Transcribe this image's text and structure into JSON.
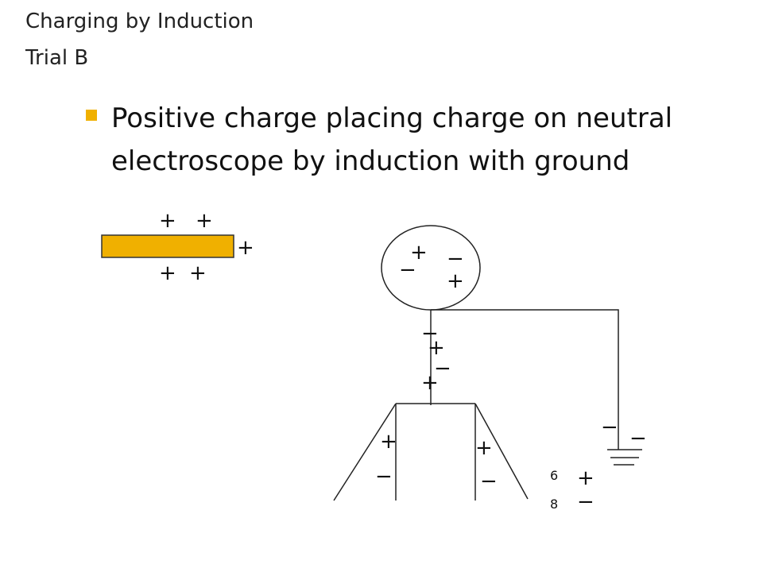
{
  "title_line1": "Charging by Induction",
  "title_line2": "Trial B",
  "bullet": "Positive charge placing charge on neutral electroscope by induction with ground",
  "colors": {
    "rod": "#f0b000",
    "bullet": "#f0b000",
    "stroke": "#222222"
  },
  "rod_signs": [
    "+",
    "+",
    "+",
    "+",
    "+"
  ],
  "knob_signs": [
    "+",
    "−",
    "−",
    "+"
  ],
  "stem_signs": [
    "−",
    "+",
    "−",
    "+"
  ],
  "leaf_signs": [
    "+",
    "−",
    "+",
    "−"
  ],
  "ground_signs": [
    "−",
    "−"
  ],
  "corner_signs": [
    "+",
    "−"
  ],
  "corner_numbers": [
    "6",
    "8"
  ]
}
